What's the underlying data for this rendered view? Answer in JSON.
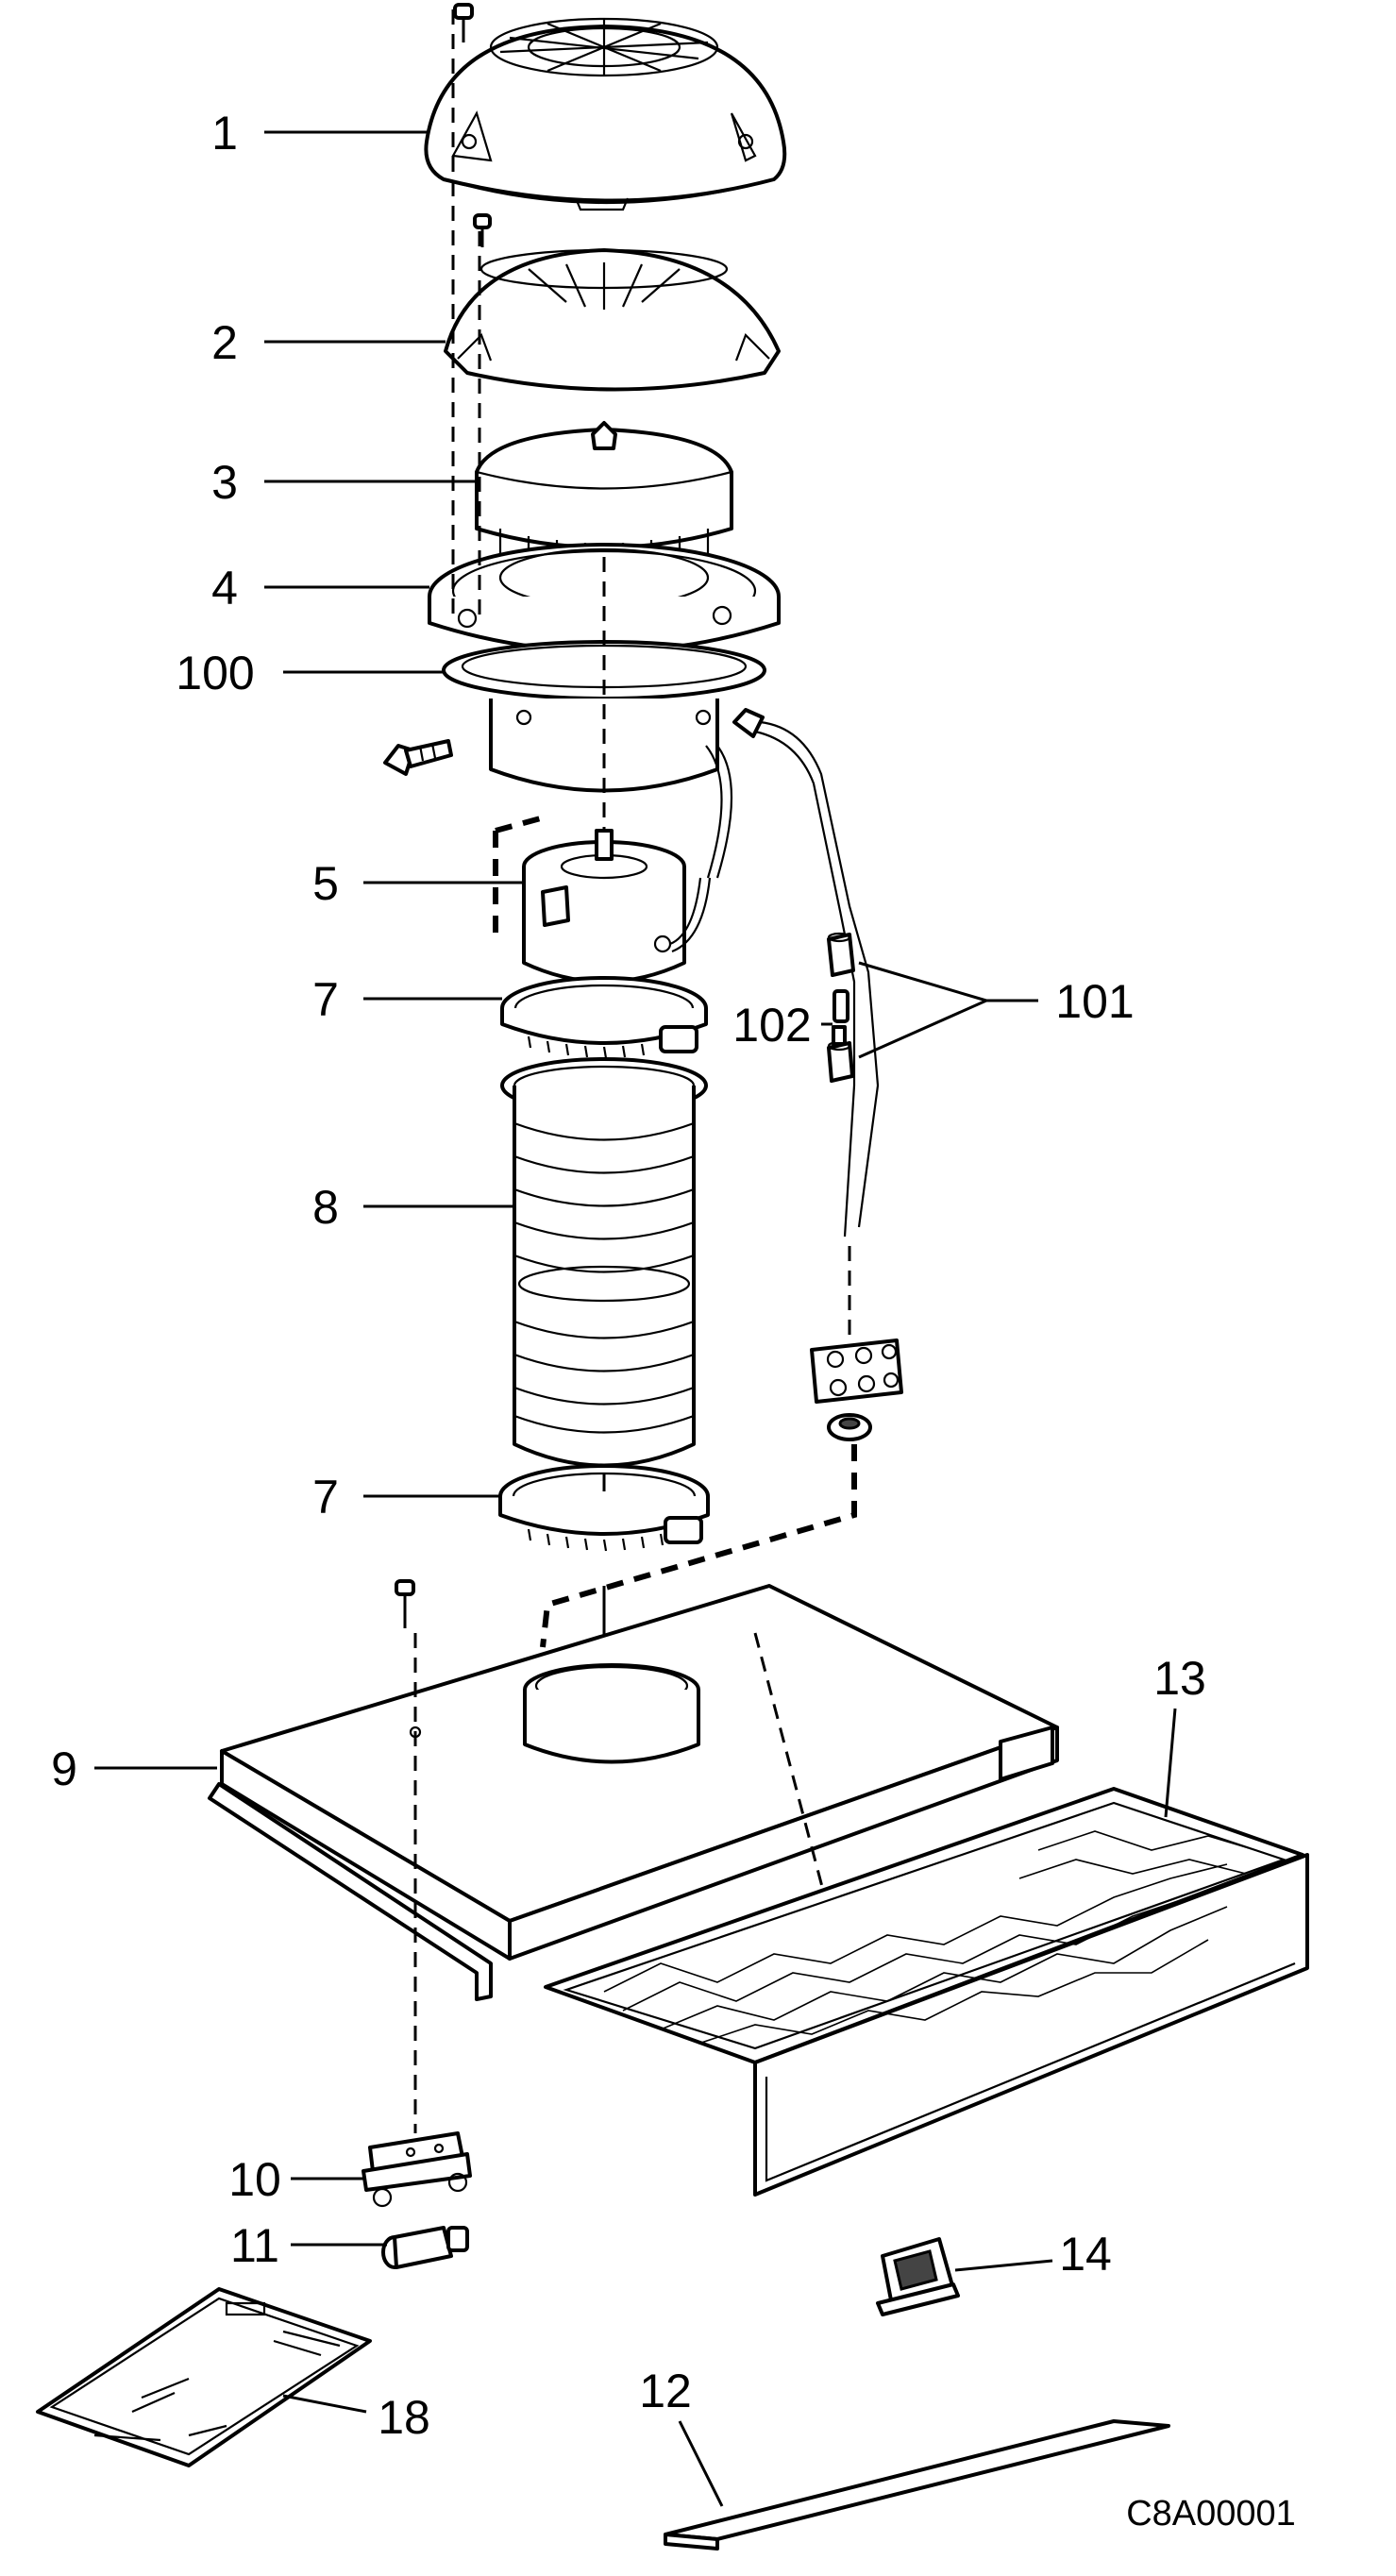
{
  "diagram": {
    "drawing_code": "C8A00001",
    "labels": [
      {
        "key": "l1",
        "text": "1"
      },
      {
        "key": "l2",
        "text": "2"
      },
      {
        "key": "l3",
        "text": "3"
      },
      {
        "key": "l4",
        "text": "4"
      },
      {
        "key": "l100",
        "text": "100"
      },
      {
        "key": "l5",
        "text": "5"
      },
      {
        "key": "l7a",
        "text": "7"
      },
      {
        "key": "l102",
        "text": "102"
      },
      {
        "key": "l101",
        "text": "101"
      },
      {
        "key": "l8",
        "text": "8"
      },
      {
        "key": "l7b",
        "text": "7"
      },
      {
        "key": "l13",
        "text": "13"
      },
      {
        "key": "l9",
        "text": "9"
      },
      {
        "key": "l10",
        "text": "10"
      },
      {
        "key": "l11",
        "text": "11"
      },
      {
        "key": "l14",
        "text": "14"
      },
      {
        "key": "l12",
        "text": "12"
      },
      {
        "key": "l18",
        "text": "18"
      }
    ]
  }
}
